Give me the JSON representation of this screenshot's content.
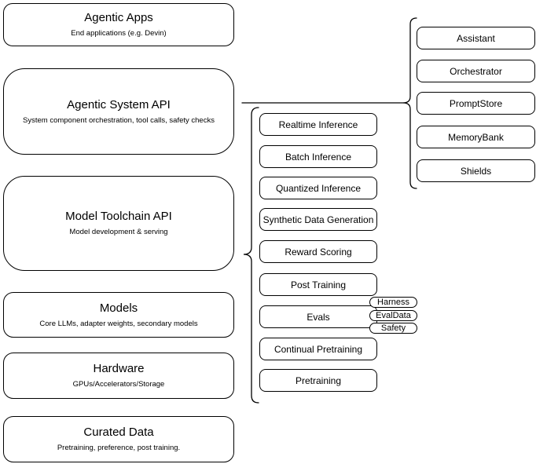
{
  "diagram": {
    "left_column": [
      {
        "title": "Agentic Apps",
        "subtitle": "End applications (e.g. Devin)"
      },
      {
        "title": "Agentic System API",
        "subtitle": "System component orchestration, tool calls, safety checks"
      },
      {
        "title": "Model Toolchain API",
        "subtitle": "Model development & serving"
      },
      {
        "title": "Models",
        "subtitle": "Core LLMs, adapter weights, secondary models"
      },
      {
        "title": "Hardware",
        "subtitle": "GPUs/Accelerators/Storage"
      },
      {
        "title": "Curated Data",
        "subtitle": "Pretraining, preference, post training."
      }
    ],
    "toolchain_components": [
      "Realtime Inference",
      "Batch Inference",
      "Quantized Inference",
      "Synthetic Data Generation",
      "Reward Scoring",
      "Post Training",
      "Evals",
      "Continual Pretraining",
      "Pretraining"
    ],
    "eval_pills": [
      "Harness",
      "EvalData",
      "Safety"
    ],
    "system_components": [
      "Assistant",
      "Orchestrator",
      "PromptStore",
      "MemoryBank",
      "Shields"
    ],
    "colors": {
      "stroke": "#000000",
      "background": "#ffffff"
    }
  }
}
